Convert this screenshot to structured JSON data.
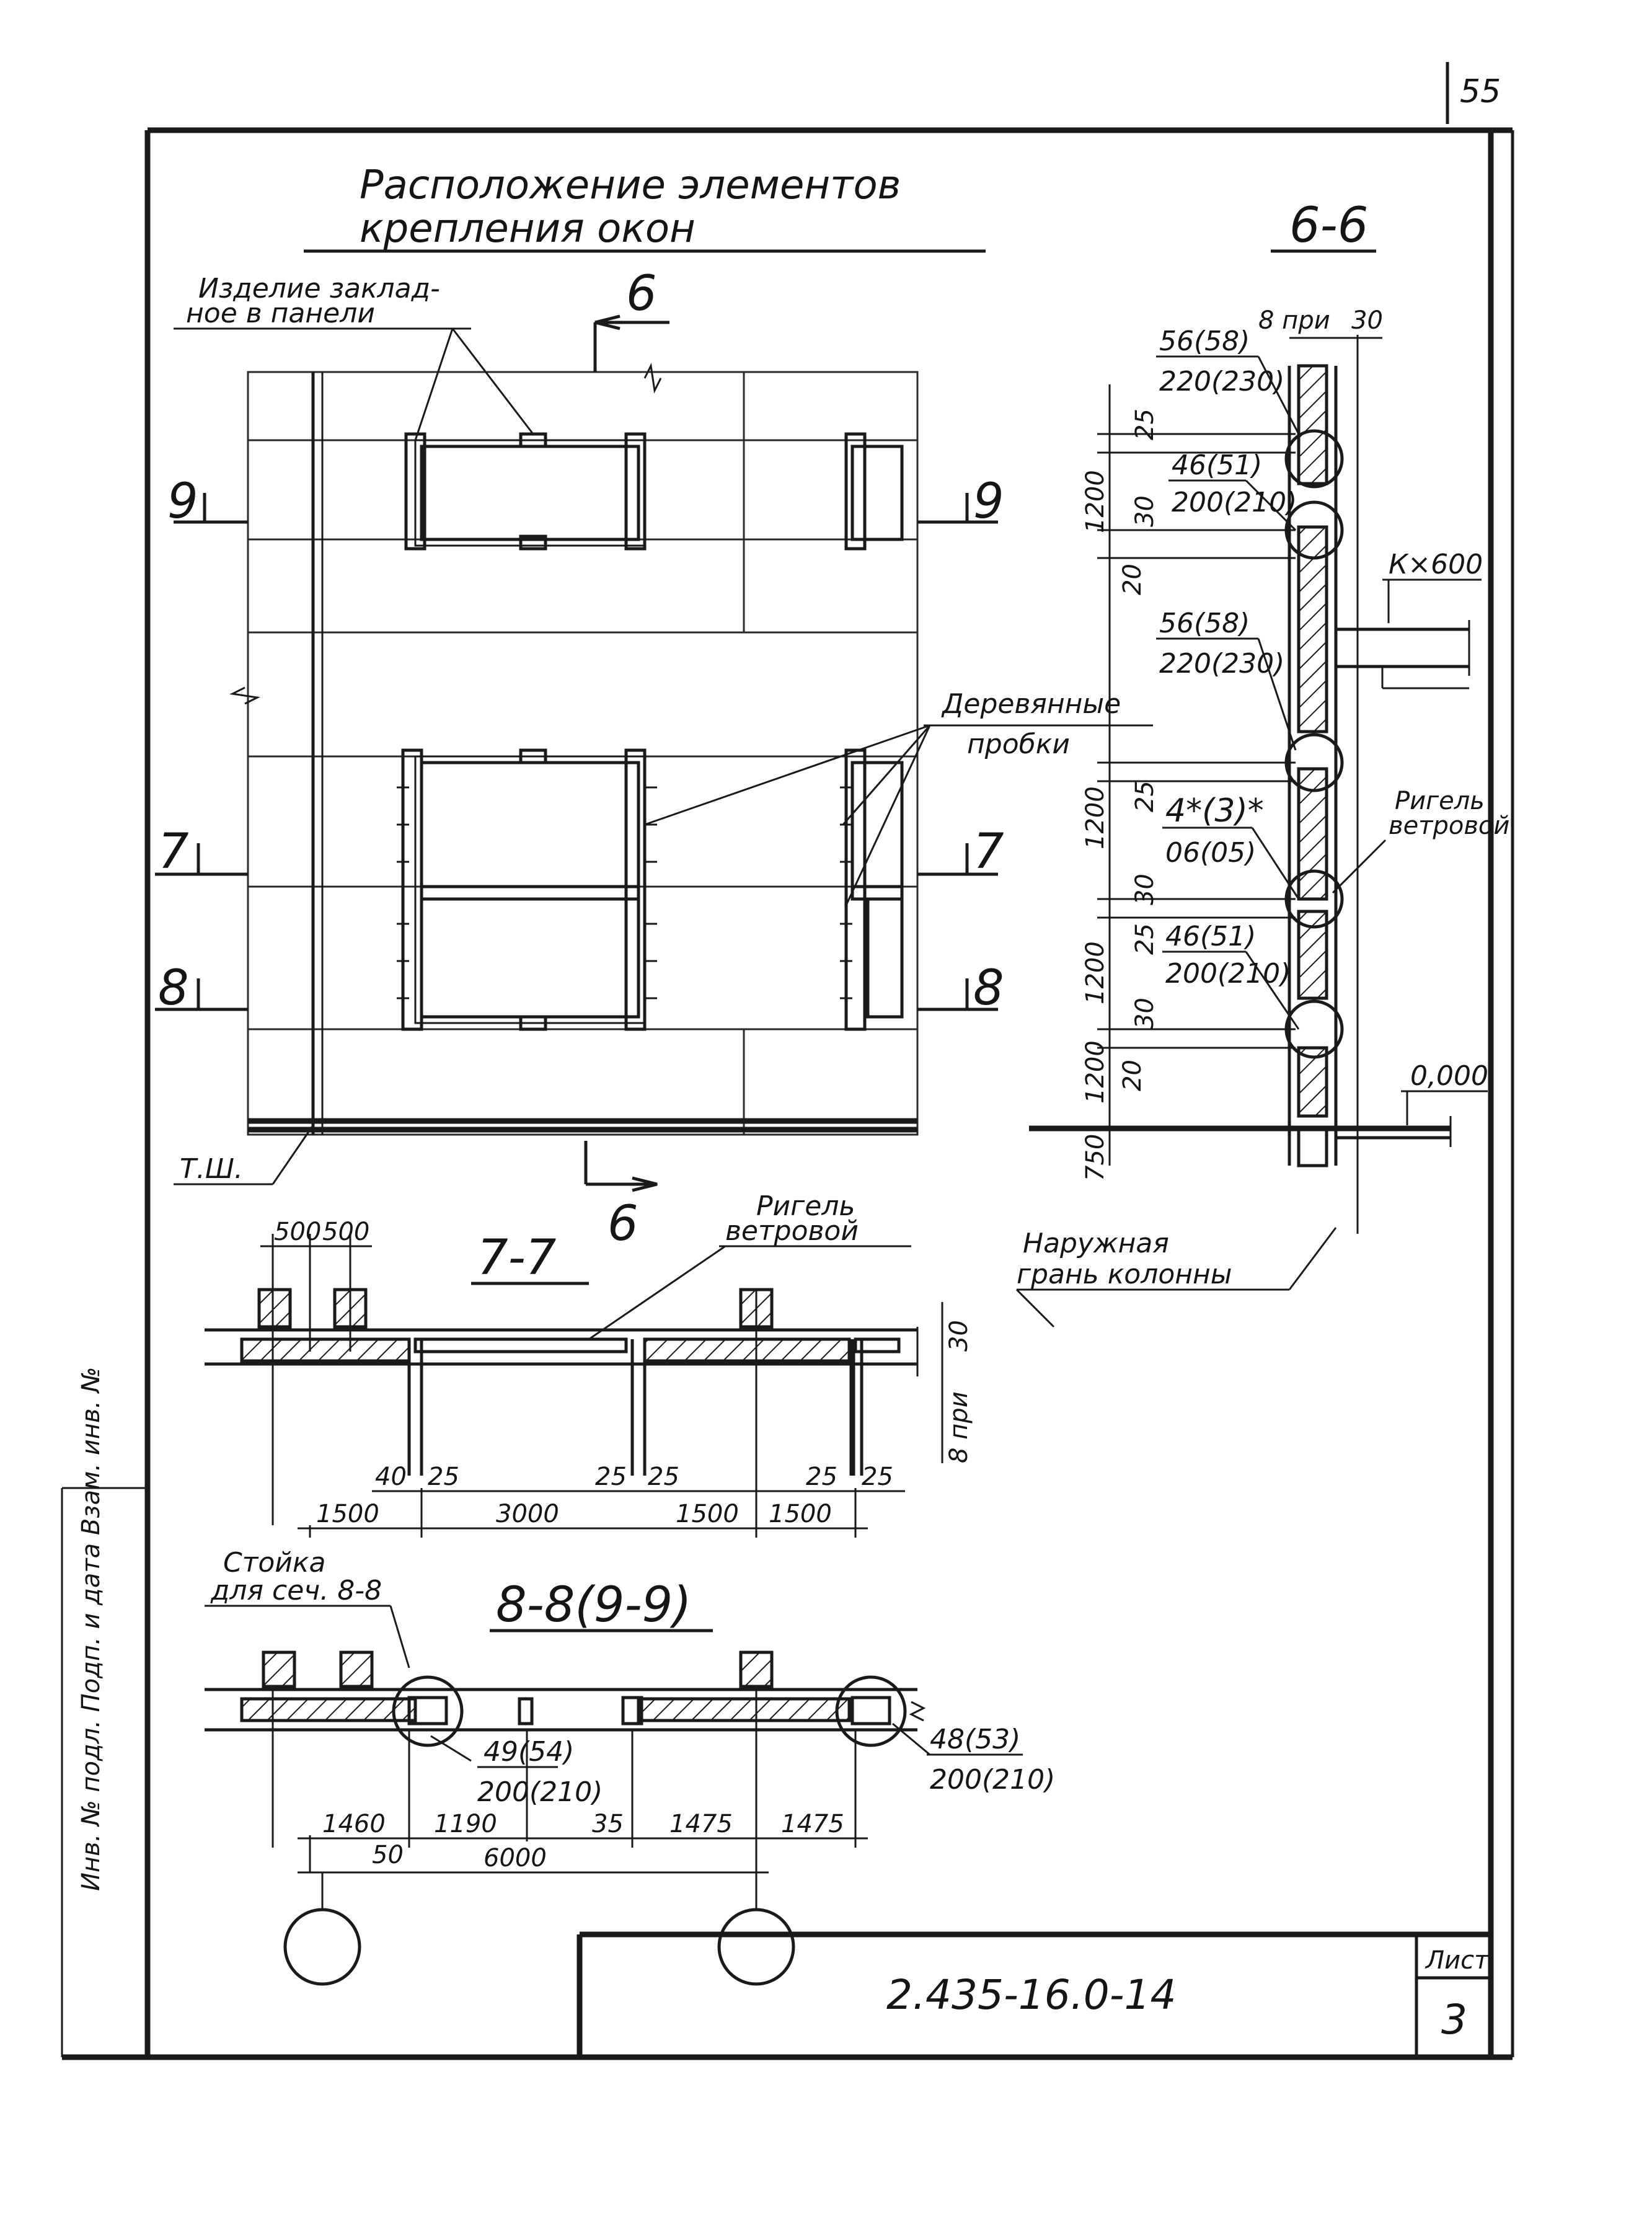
{
  "sheet_number_corner": "55",
  "title": {
    "line1": "Расположение элементов",
    "line2": "крепления окон"
  },
  "callouts": {
    "embedded_item": {
      "line1": "Изделие заклад-",
      "line2": "ное в панели"
    },
    "wooden_plugs": {
      "line1": "Деревянные",
      "line2": "пробки"
    },
    "wind_girt_7": {
      "line1": "Ригель",
      "line2": "ветровой"
    },
    "outer_face": {
      "line1": "Наружная",
      "line2": "грань колонны"
    },
    "stand_8": {
      "line1": "Стойка",
      "line2": "для сеч. 8-8"
    },
    "wind_girt_6": {
      "line1": "Ригель",
      "line2": "ветровой"
    },
    "tsh": "Т.Ш."
  },
  "elevation": {
    "cut_marks": {
      "top": "6",
      "bottom": "6",
      "left_9": "9",
      "right_9": "9",
      "left_7": "7",
      "right_7": "7",
      "left_8": "8",
      "right_8": "8"
    }
  },
  "section_6_6": {
    "title": "6-6",
    "labels": {
      "a1": "56(58)",
      "a2": "220(230)",
      "b1": "46(51)",
      "b2": "200(210)",
      "c1": "56(58)",
      "c2": "220(230)",
      "d1": "4*(3)*",
      "d2": "06(05)",
      "e1": "46(51)",
      "e2": "200(210)",
      "k": "К×600",
      "zero": "0,000",
      "top_dim": "8 при",
      "top_dim2": "30"
    },
    "dims": [
      "25",
      "1200",
      "30",
      "20",
      "25",
      "1200",
      "30",
      "25",
      "1200",
      "30",
      "20",
      "1200",
      "750"
    ]
  },
  "section_7_7": {
    "title": "7-7",
    "top_dims": [
      "500",
      "500"
    ],
    "small_dims": [
      "40",
      "25",
      "25",
      "25",
      "25",
      "25"
    ],
    "bottom_dims": [
      "1500",
      "3000",
      "1500",
      "1500"
    ],
    "side_dims": [
      "30",
      "8 при"
    ]
  },
  "section_8_8": {
    "title": "8-8(9-9)",
    "labels": {
      "l1a": "49(54)",
      "l1b": "200(210)",
      "l2a": "48(53)",
      "l2b": "200(210)"
    },
    "bottom_dims": [
      "1460",
      "1190",
      "35",
      "1475",
      "1475"
    ],
    "lower_dims": [
      "50",
      "6000"
    ]
  },
  "title_block": {
    "code": "2.435-16.0-14",
    "sheet_label": "Лист",
    "sheet_number": "3"
  },
  "margin_text": "Инв. № подл.   Подп. и дата   Взам. инв. №"
}
